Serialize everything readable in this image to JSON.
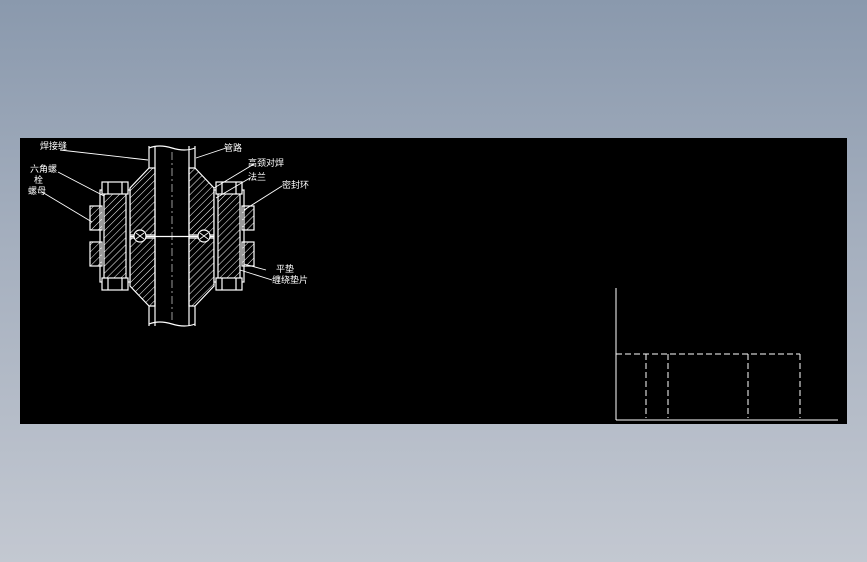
{
  "colors": {
    "canvas": "#000000",
    "stroke": "#ffffff",
    "background_top": "#8a99ad",
    "background_bottom": "#c3c8d1"
  },
  "labels": {
    "weld_seam": "焊接缝",
    "hex_bolt": "六角螺",
    "hex_bolt_2": "栓",
    "nut": "螺母",
    "pipe": "管路",
    "neck_flange": "高颈对焊",
    "neck_flange_2": "法兰",
    "seal_ring": "密封环",
    "washer": "平垫",
    "gasket": "缠绕垫片"
  }
}
